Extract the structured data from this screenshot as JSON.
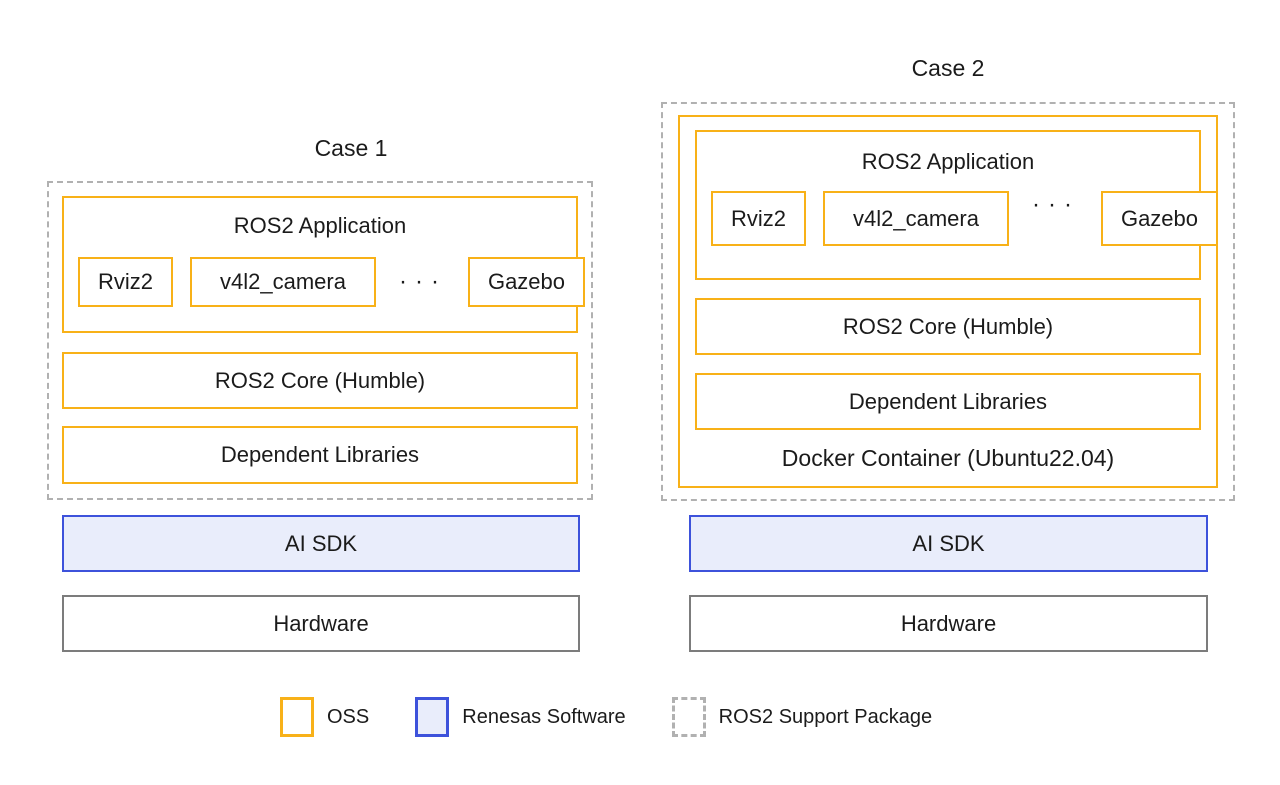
{
  "colors": {
    "oss_yellow": "#F8B118",
    "renesas_blue": "#3D52DB",
    "renesas_fill": "#E9EDFB",
    "support_dash_gray": "#B1B1B1",
    "hardware_gray": "#7C7C7C",
    "text": "#1B1B1B"
  },
  "case1": {
    "title": "Case 1",
    "app": {
      "title": "ROS2 Application",
      "items": [
        "Rviz2",
        "v4l2_camera",
        "Gazebo"
      ],
      "ellipsis": "···"
    },
    "core": "ROS2 Core (Humble)",
    "dependent": "Dependent Libraries",
    "ai_sdk": "AI SDK",
    "hardware": "Hardware"
  },
  "case2": {
    "title": "Case 2",
    "app": {
      "title": "ROS2 Application",
      "items": [
        "Rviz2",
        "v4l2_camera",
        "Gazebo"
      ],
      "ellipsis": "···"
    },
    "core": "ROS2 Core (Humble)",
    "dependent": "Dependent Libraries",
    "docker": "Docker Container (Ubuntu22.04)",
    "ai_sdk": "AI SDK",
    "hardware": "Hardware"
  },
  "legend": {
    "oss": "OSS",
    "renesas": "Renesas Software",
    "support": "ROS2 Support Package"
  }
}
